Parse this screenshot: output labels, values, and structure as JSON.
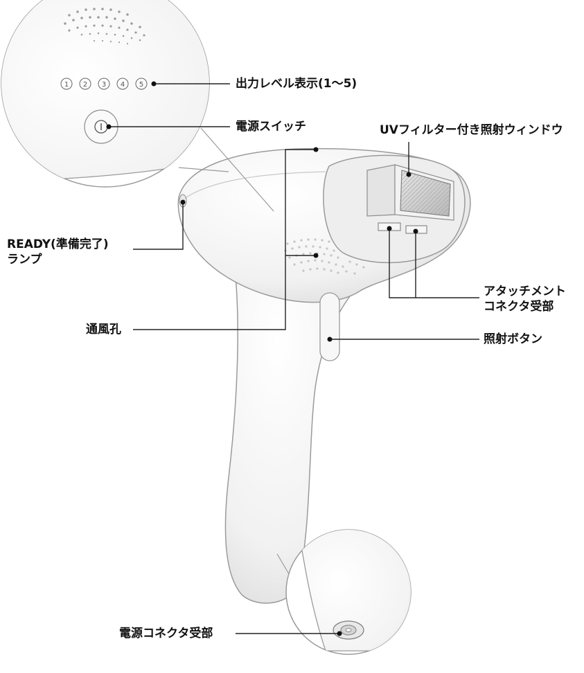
{
  "labels": {
    "power_level_display": "出力レベル表示(1〜5)",
    "power_switch": "電源スイッチ",
    "uv_filter_window": "UVフィルター付き照射ウィンドウ",
    "ready_lamp": [
      "READY(準備完了)",
      "ランプ"
    ],
    "attachment_connector": [
      "アタッチメント",
      "コネクタ受部"
    ],
    "vent_holes": "通風孔",
    "flash_button": "照射ボタン",
    "power_connector": "電源コネクタ受部"
  },
  "level_indicators": [
    "1",
    "2",
    "3",
    "4",
    "5"
  ],
  "colors": {
    "label_text": "#111111",
    "leader_line": "#222222",
    "device_outline": "#9a9a9a",
    "device_body": "#f4f4f4",
    "filter_window": "#c9c9c9"
  }
}
